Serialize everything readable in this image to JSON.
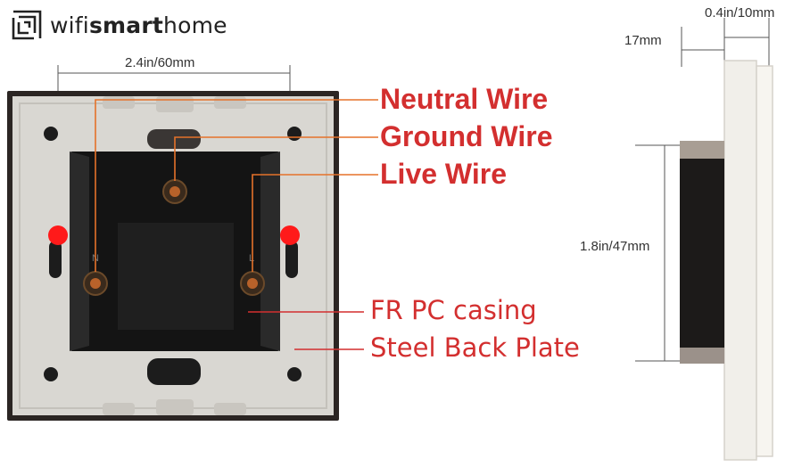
{
  "brand": {
    "prefix": "wifi",
    "bold": "smart",
    "suffix": "home",
    "logo_icon": "concentric-squares-logo-icon"
  },
  "front_view": {
    "width_label": "2.4in/60mm",
    "callouts": {
      "neutral": "Neutral Wire",
      "ground": "Ground Wire",
      "live": "Live Wire",
      "casing": "FR PC casing",
      "plate": "Steel Back Plate"
    },
    "terminal_marks": {
      "neutral": "N",
      "live": "L"
    }
  },
  "side_view": {
    "depth_label": "0.4in/10mm",
    "offset_label": "17mm",
    "height_label": "1.8in/47mm"
  },
  "colors": {
    "callout": "#d32f2f",
    "callout_line": "#e5722a",
    "marker": "#ff1a1a",
    "frame": "#2b2523",
    "plate": "#d9d7d2",
    "casing": "#141414"
  }
}
